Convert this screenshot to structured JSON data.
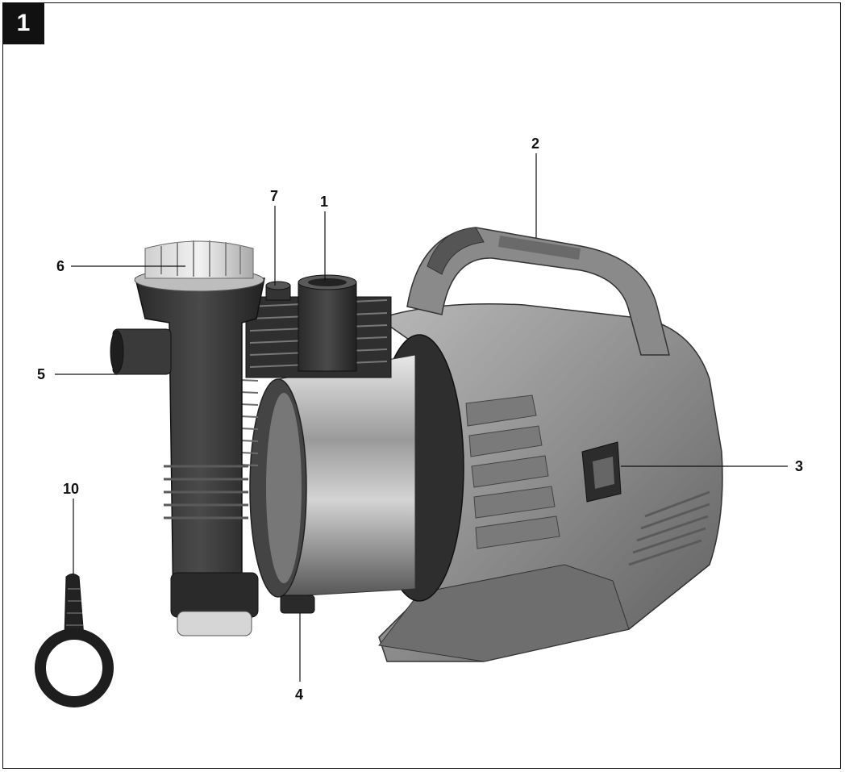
{
  "figure_number": "1",
  "callouts": {
    "c1": "1",
    "c2": "2",
    "c3": "3",
    "c4": "4",
    "c5": "5",
    "c6": "6",
    "c7": "7",
    "c10": "10"
  },
  "colors": {
    "frame": "#111111",
    "housing_gray": "#8e8e8e",
    "pump_body_dark": "#3a3a3a",
    "stainless": "#b5b5b5"
  }
}
